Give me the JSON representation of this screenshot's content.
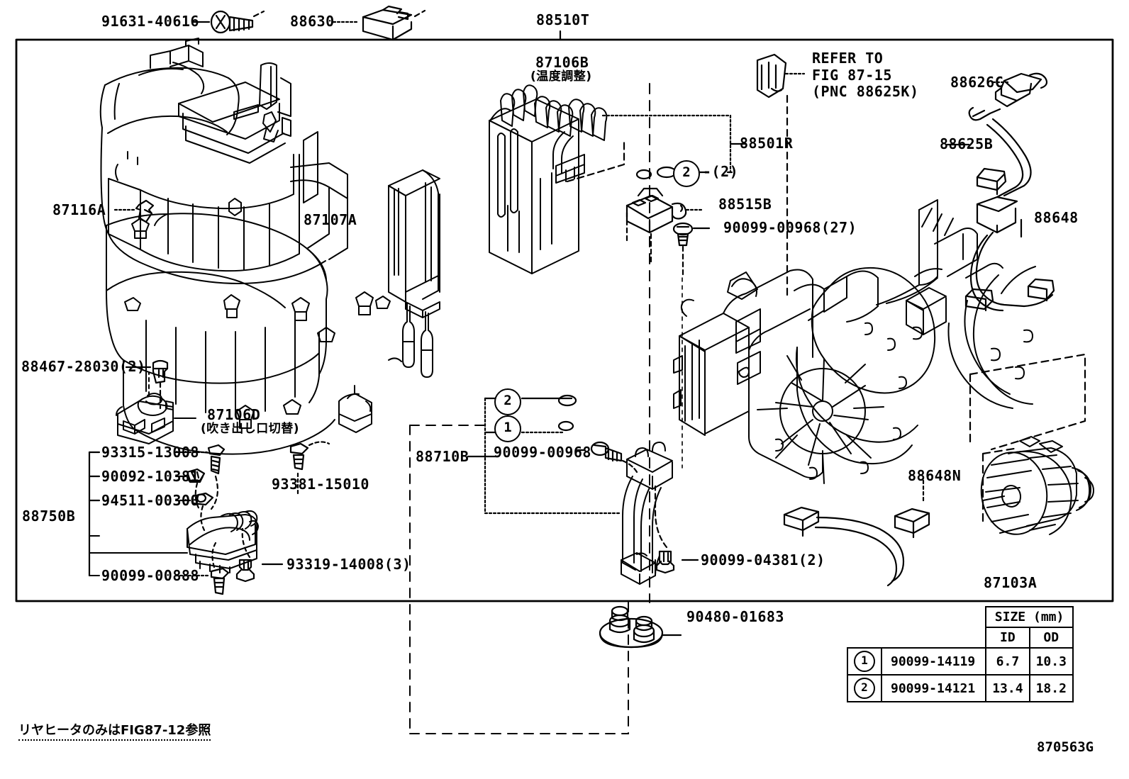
{
  "diagram": {
    "figure_id": "870563G",
    "footnote": "リヤヒータのみはFIG87-12参照",
    "top_labels": [
      {
        "id": "91631-40616",
        "text": "91631-40616"
      },
      {
        "id": "88630",
        "text": "88630"
      },
      {
        "id": "88510T",
        "text": "88510T"
      }
    ],
    "refer_note": {
      "line1": "REFER TO",
      "line2": "FIG 87-15",
      "line3": "(PNC 88625K)"
    },
    "callouts": [
      {
        "name": "87106B",
        "code": "87106B",
        "sub": "(温度調整)"
      },
      {
        "name": "87116A",
        "code": "87116A",
        "sub": ""
      },
      {
        "name": "87107A",
        "code": "87107A",
        "sub": ""
      },
      {
        "name": "87106D",
        "code": "87106D",
        "sub": "(吹き出し口切替)"
      },
      {
        "name": "88501R",
        "code": "88501R",
        "sub": ""
      },
      {
        "name": "88515B",
        "code": "88515B",
        "sub": ""
      },
      {
        "name": "90099-00968-27",
        "code": "90099-00968(27)",
        "sub": ""
      },
      {
        "name": "88626C",
        "code": "88626C",
        "sub": ""
      },
      {
        "name": "88625B",
        "code": "88625B",
        "sub": ""
      },
      {
        "name": "88648",
        "code": "88648",
        "sub": ""
      },
      {
        "name": "88467-28030",
        "code": "88467-28030(2)",
        "sub": ""
      },
      {
        "name": "93315-13008",
        "code": "93315-13008",
        "sub": ""
      },
      {
        "name": "90092-10381",
        "code": "90092-10381",
        "sub": ""
      },
      {
        "name": "94511-00300",
        "code": "94511-00300",
        "sub": ""
      },
      {
        "name": "88750B",
        "code": "88750B",
        "sub": ""
      },
      {
        "name": "90099-00888",
        "code": "90099-00888",
        "sub": ""
      },
      {
        "name": "93381-15010",
        "code": "93381-15010",
        "sub": ""
      },
      {
        "name": "93319-14008",
        "code": "93319-14008(3)",
        "sub": ""
      },
      {
        "name": "88710B",
        "code": "88710B",
        "sub": ""
      },
      {
        "name": "90099-00968",
        "code": "90099-00968",
        "sub": ""
      },
      {
        "name": "90099-04381",
        "code": "90099-04381(2)",
        "sub": ""
      },
      {
        "name": "88648N",
        "code": "88648N",
        "sub": ""
      },
      {
        "name": "87103A",
        "code": "87103A",
        "sub": ""
      },
      {
        "name": "90480-01683",
        "code": "90480-01683",
        "sub": ""
      }
    ],
    "oring_markers": {
      "evap_two": "2",
      "evap_qty": "-(2)",
      "pipe_two": "2",
      "pipe_one": "1"
    },
    "size_table": {
      "header_group": "SIZE (mm)",
      "col_id": "ID",
      "col_od": "OD",
      "rows": [
        {
          "mark": "1",
          "part": "90099-14119",
          "id": "6.7",
          "od": "10.3"
        },
        {
          "mark": "2",
          "part": "90099-14121",
          "id": "13.4",
          "od": "18.2"
        }
      ]
    }
  }
}
